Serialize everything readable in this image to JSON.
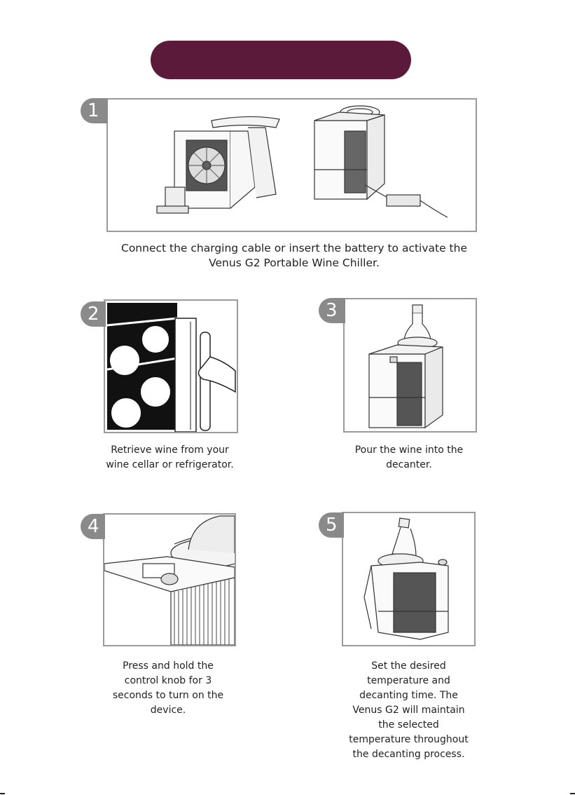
{
  "header": {
    "title_color": "#5c1a3a"
  },
  "steps": [
    {
      "number": "1",
      "caption_lines": [
        "Connect the charging cable or insert the battery to activate the",
        "Venus G2 Portable Wine Chiller."
      ]
    },
    {
      "number": "2",
      "caption_lines": [
        "Retrieve wine from your",
        "wine cellar or refrigerator."
      ]
    },
    {
      "number": "3",
      "caption_lines": [
        "Pour the wine into the",
        "decanter."
      ]
    },
    {
      "number": "4",
      "caption_lines": [
        "Press and hold the",
        "control knob for 3",
        "seconds to turn on the",
        "device."
      ]
    },
    {
      "number": "5",
      "caption_lines": [
        "Set the desired",
        "temperature and",
        "decanting time. The",
        "Venus G2 will maintain",
        "the selected",
        "temperature throughout",
        "the decanting process."
      ]
    }
  ],
  "icons": [
    "wine-chiller-fan-illustration",
    "wine-chiller-charger-illustration",
    "wine-cellar-illustration",
    "chiller-with-bottle-illustration",
    "control-knob-illustration",
    "chiller-tilted-bottle-illustration"
  ]
}
